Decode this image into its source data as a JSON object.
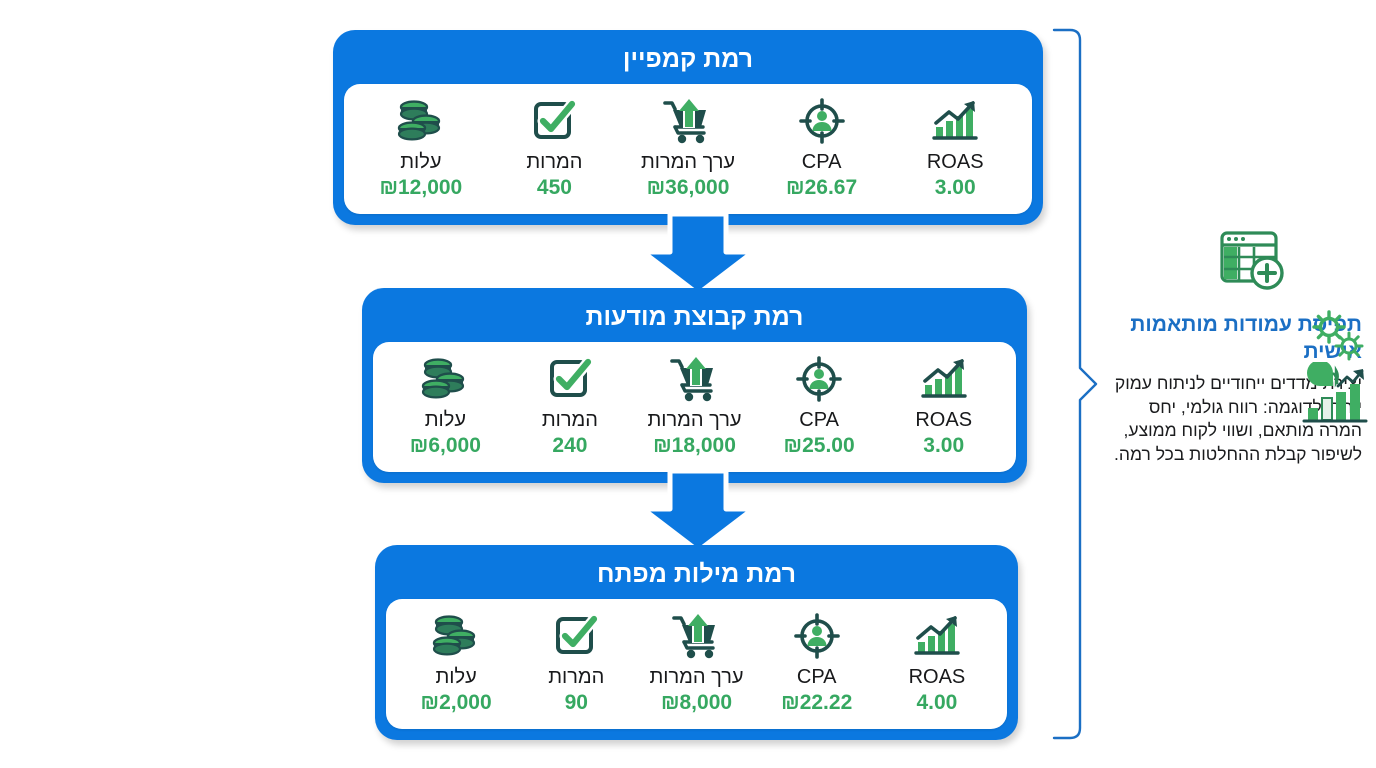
{
  "diagram": {
    "title_semantic": "google-ads-funnel-metrics-hierarchy",
    "colors": {
      "panel_blue": "#0B78E0",
      "value_green": "#36A861",
      "icon_dark": "#1F4E4B",
      "icon_green": "#3FAE63",
      "heading_blue": "#1B6FC4",
      "bracket_blue": "#1B6FC4",
      "body_text": "#1b1c1e",
      "panel_text": "#ffffff",
      "background": "#ffffff"
    },
    "metric_labels": {
      "cost": "עלות",
      "conversions": "המרות",
      "conversion_value": "ערך המרות",
      "cpa": "CPA",
      "roas": "ROAS"
    },
    "icon_names": [
      "coins-stack-icon",
      "checkbox-check-icon",
      "cart-upload-icon",
      "target-person-icon",
      "bar-chart-arrow-icon"
    ],
    "levels": [
      {
        "id": "campaign-level",
        "title": "רמת קמפיין",
        "metrics": [
          {
            "key": "cost",
            "icon": "coins-stack-icon",
            "label": "עלות",
            "value": "₪12,000"
          },
          {
            "key": "conversions",
            "icon": "checkbox-check-icon",
            "label": "המרות",
            "value": "450"
          },
          {
            "key": "conversion_value",
            "icon": "cart-upload-icon",
            "label": "ערך המרות",
            "value": "₪36,000"
          },
          {
            "key": "cpa",
            "icon": "target-person-icon",
            "label": "CPA",
            "value": "₪26.67"
          },
          {
            "key": "roas",
            "icon": "bar-chart-arrow-icon",
            "label": "ROAS",
            "value": "3.00"
          }
        ]
      },
      {
        "id": "ad-group-level",
        "title": "רמת קבוצת מודעות",
        "metrics": [
          {
            "key": "cost",
            "icon": "coins-stack-icon",
            "label": "עלות",
            "value": "₪6,000"
          },
          {
            "key": "conversions",
            "icon": "checkbox-check-icon",
            "label": "המרות",
            "value": "240"
          },
          {
            "key": "conversion_value",
            "icon": "cart-upload-icon",
            "label": "ערך המרות",
            "value": "₪18,000"
          },
          {
            "key": "cpa",
            "icon": "target-person-icon",
            "label": "CPA",
            "value": "₪25.00"
          },
          {
            "key": "roas",
            "icon": "bar-chart-arrow-icon",
            "label": "ROAS",
            "value": "3.00"
          }
        ]
      },
      {
        "id": "keyword-level",
        "title": "רמת מילות מפתח",
        "metrics": [
          {
            "key": "cost",
            "icon": "coins-stack-icon",
            "label": "עלות",
            "value": "₪2,000"
          },
          {
            "key": "conversions",
            "icon": "checkbox-check-icon",
            "label": "המרות",
            "value": "90"
          },
          {
            "key": "conversion_value",
            "icon": "cart-upload-icon",
            "label": "ערך המרות",
            "value": "₪8,000"
          },
          {
            "key": "cpa",
            "icon": "target-person-icon",
            "label": "CPA",
            "value": "₪22.22"
          },
          {
            "key": "roas",
            "icon": "bar-chart-arrow-icon",
            "label": "ROAS",
            "value": "4.00"
          }
        ]
      }
    ],
    "side_note": {
      "heading": "תפיסת עמודות מותאמות אישית",
      "body": "יצירת מדדים ייחודיים לניתוח עמוק יותר, לדוגמה: רווח גולמי, יחס המרה מותאם, ושווי לקוח ממוצע, לשיפור קבלת ההחלטות בכל רמה.",
      "icons": [
        "table-add-column-icon",
        "gears-icon",
        "pie-bar-chart-icon"
      ]
    },
    "connectors": {
      "arrow_1_name": "arrow-campaign-to-adgroup",
      "arrow_2_name": "arrow-adgroup-to-keyword",
      "bracket_name": "right-grouping-bracket"
    }
  }
}
